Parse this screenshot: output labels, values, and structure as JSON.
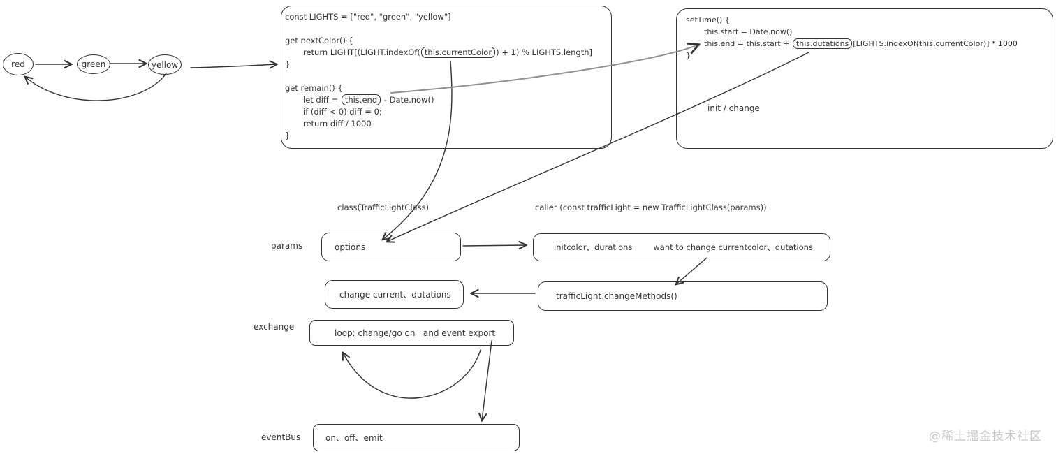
{
  "colors": {
    "ink": "#343434",
    "watermark": "#c7c7c7"
  },
  "state_machine": {
    "nodes": [
      {
        "label": "red"
      },
      {
        "label": "green"
      },
      {
        "label": "yellow"
      }
    ]
  },
  "code1": {
    "line_const": "const LIGHTS = [\"red\", \"green\", \"yellow\"]",
    "next_color_open": "get nextColor() {",
    "next_color_pre": "return LIGHT[(LIGHT.indexOf(",
    "next_color_boxed": "this.currentColor",
    "next_color_post": ") + 1) % LIGHTS.length]",
    "next_color_close": "}",
    "remain_open": "get remain() {",
    "remain_pre": "let diff = ",
    "remain_boxed": "this.end",
    "remain_post": " - Date.now()",
    "remain_if": "if (diff < 0) diff = 0;",
    "remain_return": "return diff / 1000",
    "remain_close": "}"
  },
  "code2": {
    "open": "setTime() {",
    "line_start": "this.start = Date.now()",
    "end_pre": "this.end = this.start + ",
    "end_boxed": "this.dutations",
    "end_post": "[LIGHTS.indexOf(this.currentColor)] * 1000",
    "close": "}",
    "note": "init / change"
  },
  "labels": {
    "class_label": "class(TrafficLightClass)",
    "caller_label": "caller (const trafficLight = new TrafficLightClass(params))",
    "params_label": "params",
    "exchange_label": "exchange",
    "eventbus_label": "eventBus"
  },
  "boxes": {
    "options": "options",
    "init_left": "initcolor、durations",
    "init_right": "want to change currentcolor、dutations",
    "change_current": "change current、dutations",
    "change_methods": "trafficLight.changeMethods()",
    "loop": "loop: change/go on   and event export",
    "eventbus": "on、off、emit"
  },
  "watermark": "@稀土掘金技术社区"
}
